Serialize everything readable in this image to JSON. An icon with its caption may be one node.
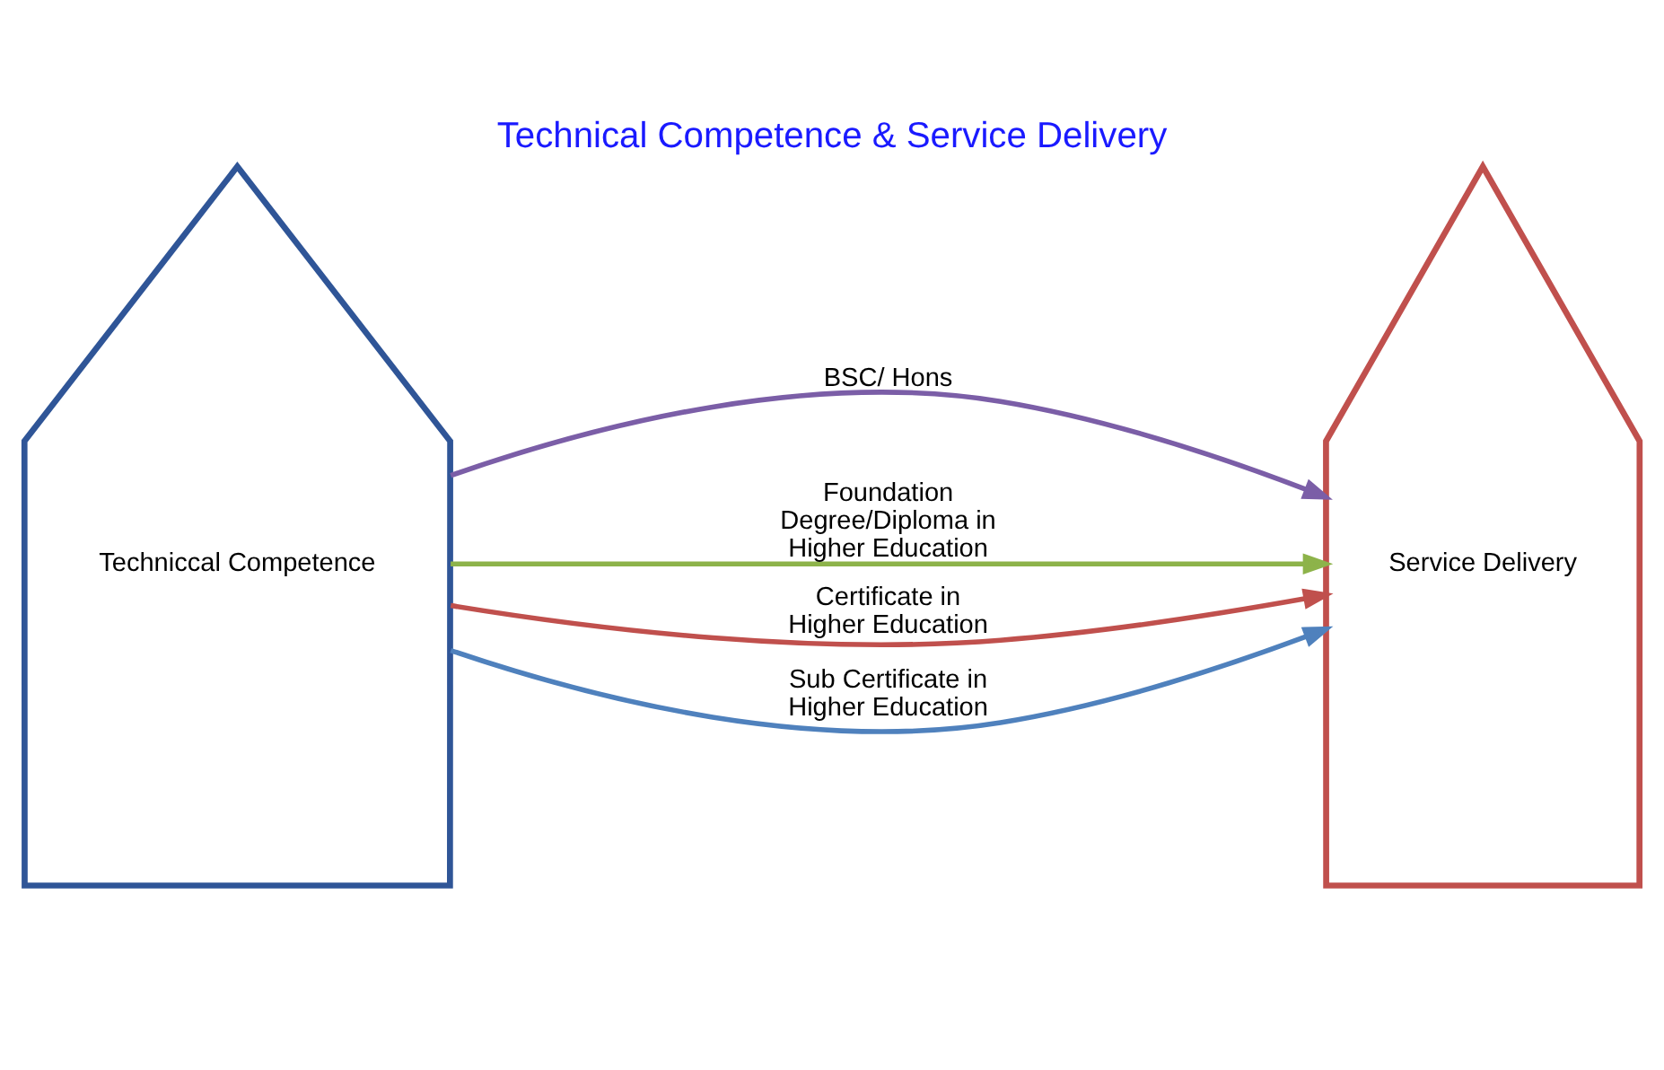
{
  "diagram": {
    "title": "Technical Competence & Service Delivery",
    "nodes": [
      {
        "text": [
          "Techniccal Competence"
        ]
      },
      {
        "text": [
          "Service Delivery"
        ]
      }
    ],
    "edges": [
      {
        "from": 0,
        "to": 1,
        "arrow": "to",
        "label": "BSC/ Hons",
        "color": "#7b5ea7"
      },
      {
        "from": 0,
        "to": 1,
        "arrow": "to",
        "label": "Foundation Degree/Diploma in Higher Education",
        "color": "#8db34a"
      },
      {
        "from": 0,
        "to": 1,
        "arrow": "to",
        "label": "Certificate in Higher Education",
        "color": "#c0504d"
      },
      {
        "from": 0,
        "to": 1,
        "arrow": "to",
        "label": "Sub Certificate in Higher Education",
        "color": "#4f81bd"
      }
    ]
  }
}
